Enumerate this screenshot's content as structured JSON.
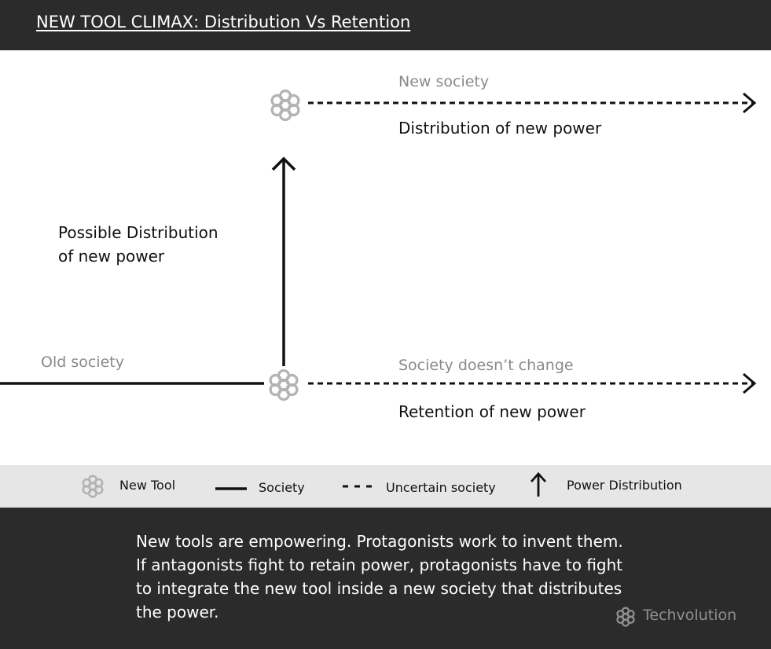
{
  "header": {
    "title": "NEW TOOL CLIMAX: Distribution Vs Retention"
  },
  "diagram": {
    "new_society_label": "New society",
    "distribution_label": "Distribution of new power",
    "possible_distribution_label_line1": "Possible Distribution",
    "possible_distribution_label_line2": "of new power",
    "old_society_label": "Old society",
    "no_change_label": "Society doesn’t change",
    "retention_label": "Retention of new power"
  },
  "legend": {
    "new_tool": "New Tool",
    "society": "Society",
    "uncertain_society": "Uncertain society",
    "power_distribution": "Power Distribution"
  },
  "footer": {
    "text": "New tools are empowering. Protagonists work to invent them. If antagonists fight to retain power, protagonists have to fight to integrate the new tool inside a new society that distributes the power.",
    "brand": "Techvolution"
  },
  "colors": {
    "dark_band": "#2b2b2b",
    "legend_band": "#e6e6e6",
    "muted_text": "#8a8a8a",
    "icon_gray": "#b3b3b3"
  }
}
